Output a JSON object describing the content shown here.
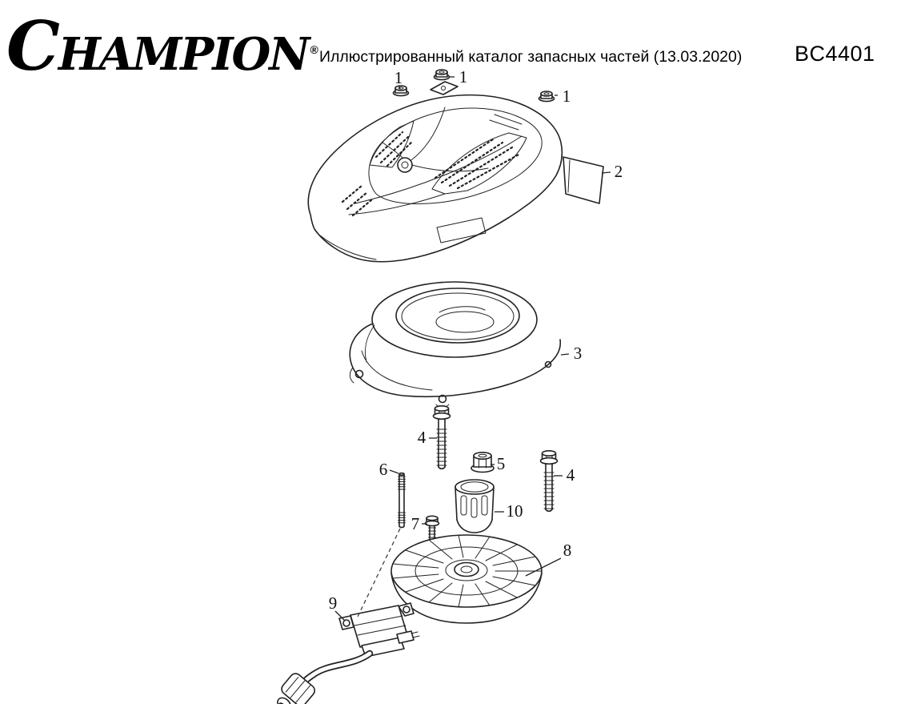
{
  "header": {
    "logo": "CHAMPION",
    "registered_mark": "®",
    "catalog_title": "Иллюстрированный каталог запасных частей (13.03.2020)",
    "model": "BC4401"
  },
  "diagram": {
    "callouts": [
      {
        "label": "1"
      },
      {
        "label": "1"
      },
      {
        "label": "1"
      },
      {
        "label": "2"
      },
      {
        "label": "3"
      },
      {
        "label": "4"
      },
      {
        "label": "5"
      },
      {
        "label": "6"
      },
      {
        "label": "4"
      },
      {
        "label": "7"
      },
      {
        "label": "10"
      },
      {
        "label": "8"
      },
      {
        "label": "9"
      }
    ]
  }
}
